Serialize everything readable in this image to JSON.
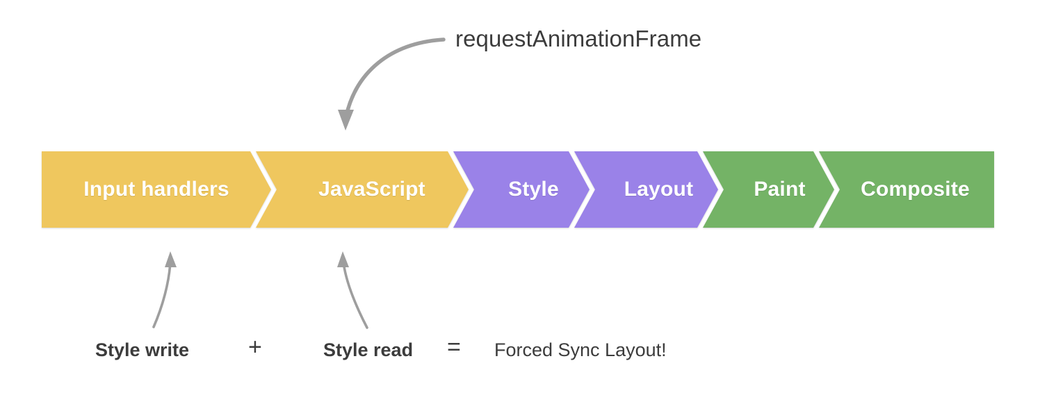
{
  "diagram": {
    "title_callout": "requestAnimationFrame",
    "pipeline": {
      "segments": [
        {
          "label": "Input handlers",
          "color": "#EFC75E",
          "group": "javascript"
        },
        {
          "label": "JavaScript",
          "color": "#EFC75E",
          "group": "javascript"
        },
        {
          "label": "Style",
          "color": "#9A82E8",
          "group": "style-layout"
        },
        {
          "label": "Layout",
          "color": "#9A82E8",
          "group": "style-layout"
        },
        {
          "label": "Paint",
          "color": "#74B366",
          "group": "paint-composite"
        },
        {
          "label": "Composite",
          "color": "#74B366",
          "group": "paint-composite"
        }
      ]
    },
    "annotations": {
      "left_term": "Style write",
      "operator_plus": "+",
      "right_term": "Style read",
      "operator_equals": "=",
      "result": "Forced Sync Layout!"
    },
    "colors": {
      "yellow": "#EFC75E",
      "purple": "#9A82E8",
      "green": "#74B366",
      "arrow_gray": "#9e9e9e",
      "text_dark": "#3c3c3c",
      "background": "#ffffff",
      "segment_text": "#ffffff"
    }
  }
}
